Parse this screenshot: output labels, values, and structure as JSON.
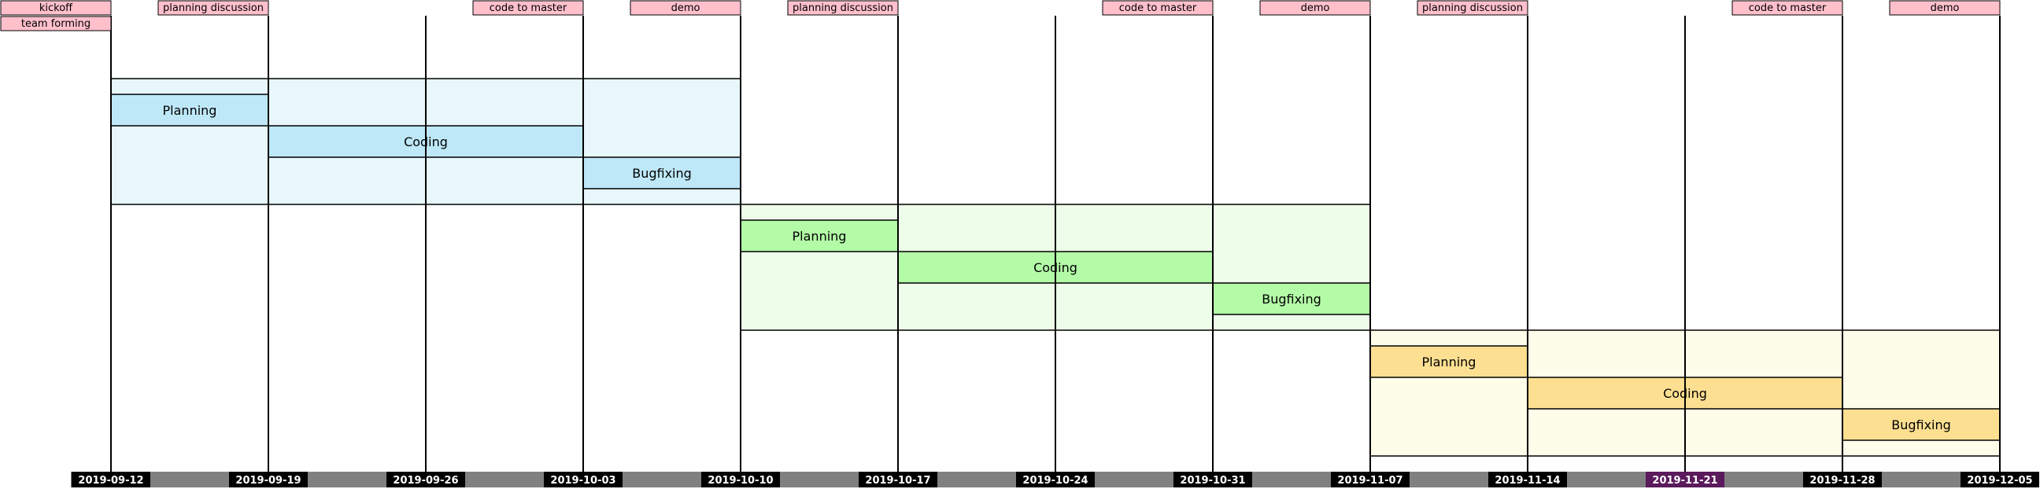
{
  "colors": {
    "milestone_fill": "#ffc0cb",
    "grid_line": "#000000",
    "axis_dark": "#000000",
    "axis_gray": "#808080",
    "axis_highlight": "#5b1a5b",
    "sprint_1_bg": "#e8f7fc",
    "sprint_1_task": "#bee8f8",
    "sprint_2_bg": "#eefcea",
    "sprint_2_task": "#b4fba8",
    "sprint_3_bg": "#fefdea",
    "sprint_3_task": "#fddf92"
  },
  "dates": [
    "2019-09-12",
    "2019-09-19",
    "2019-09-26",
    "2019-10-03",
    "2019-10-10",
    "2019-10-17",
    "2019-10-24",
    "2019-10-31",
    "2019-11-07",
    "2019-11-14",
    "2019-11-21",
    "2019-11-28",
    "2019-12-05"
  ],
  "highlight_date": "2019-11-21",
  "milestones": [
    {
      "label": "kickoff",
      "date": "2019-09-12",
      "row": 0
    },
    {
      "label": "team forming",
      "date": "2019-09-12",
      "row": 1
    },
    {
      "label": "planning discussion",
      "date": "2019-09-19",
      "row": 0
    },
    {
      "label": "code to master",
      "date": "2019-10-03",
      "row": 0
    },
    {
      "label": "demo",
      "date": "2019-10-10",
      "row": 0
    },
    {
      "label": "planning discussion",
      "date": "2019-10-17",
      "row": 0
    },
    {
      "label": "code to master",
      "date": "2019-10-31",
      "row": 0
    },
    {
      "label": "demo",
      "date": "2019-11-07",
      "row": 0
    },
    {
      "label": "planning discussion",
      "date": "2019-11-14",
      "row": 0
    },
    {
      "label": "code to master",
      "date": "2019-11-28",
      "row": 0
    },
    {
      "label": "demo",
      "date": "2019-12-05",
      "row": 0
    }
  ],
  "sprints": [
    {
      "start": "2019-09-12",
      "end": "2019-10-10",
      "color": "sprint_1",
      "tasks": [
        {
          "label": "Planning",
          "start": "2019-09-12",
          "end": "2019-09-19"
        },
        {
          "label": "Coding",
          "start": "2019-09-19",
          "end": "2019-10-03"
        },
        {
          "label": "Bugfixing",
          "start": "2019-10-03",
          "end": "2019-10-10"
        }
      ]
    },
    {
      "start": "2019-10-10",
      "end": "2019-11-07",
      "color": "sprint_2",
      "tasks": [
        {
          "label": "Planning",
          "start": "2019-10-10",
          "end": "2019-10-17"
        },
        {
          "label": "Coding",
          "start": "2019-10-17",
          "end": "2019-10-31"
        },
        {
          "label": "Bugfixing",
          "start": "2019-10-31",
          "end": "2019-11-07"
        }
      ]
    },
    {
      "start": "2019-11-07",
      "end": "2019-12-05",
      "color": "sprint_3",
      "tasks": [
        {
          "label": "Planning",
          "start": "2019-11-07",
          "end": "2019-11-14"
        },
        {
          "label": "Coding",
          "start": "2019-11-14",
          "end": "2019-11-28"
        },
        {
          "label": "Bugfixing",
          "start": "2019-11-28",
          "end": "2019-12-05"
        }
      ]
    }
  ]
}
